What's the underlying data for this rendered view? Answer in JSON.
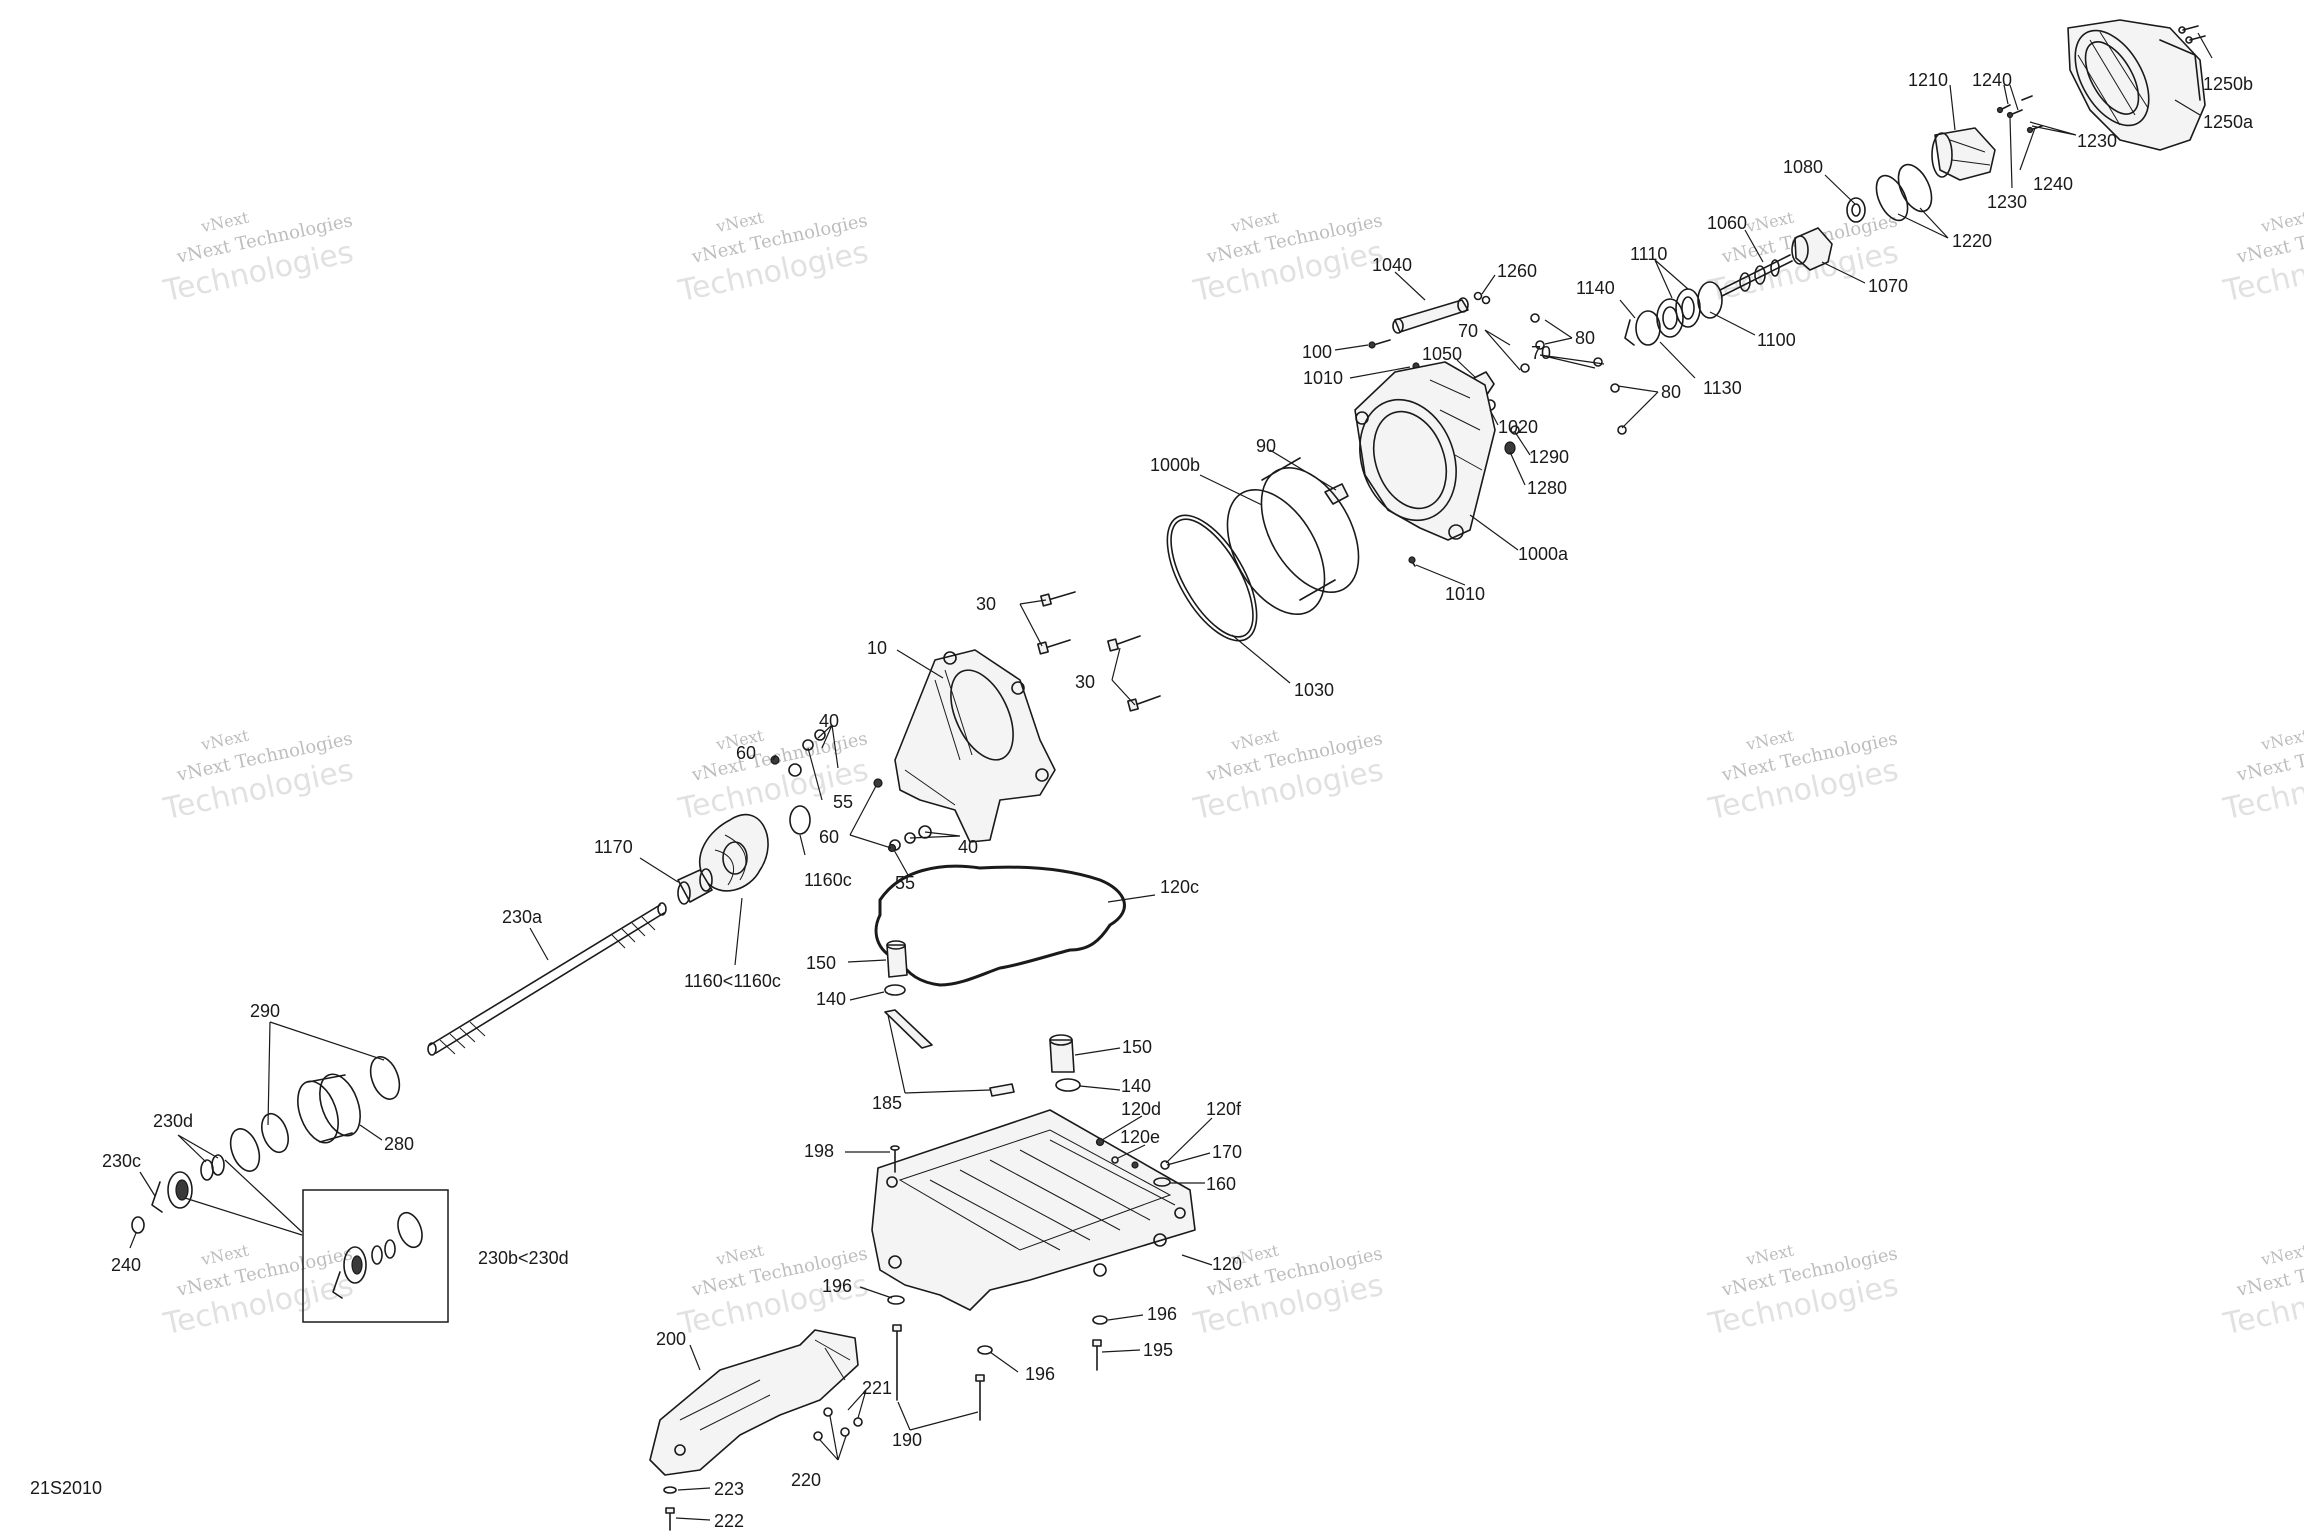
{
  "drawing_code": "21S2010",
  "watermark": {
    "line1": "vNext Technologies",
    "line2": "Technologies",
    "line3": "vNext"
  },
  "labels": [
    {
      "id": "l1250b",
      "text": "1250b"
    },
    {
      "id": "l1250a",
      "text": "1250a"
    },
    {
      "id": "l1240a",
      "text": "1240"
    },
    {
      "id": "l1210",
      "text": "1210"
    },
    {
      "id": "l1230a",
      "text": "1230"
    },
    {
      "id": "l1230b",
      "text": "1230"
    },
    {
      "id": "l1240b",
      "text": "1240"
    },
    {
      "id": "l1080",
      "text": "1080"
    },
    {
      "id": "l1220",
      "text": "1220"
    },
    {
      "id": "l1060",
      "text": "1060"
    },
    {
      "id": "l1070",
      "text": "1070"
    },
    {
      "id": "l1110",
      "text": "1110"
    },
    {
      "id": "l1100",
      "text": "1100"
    },
    {
      "id": "l1140",
      "text": "1140"
    },
    {
      "id": "l1130",
      "text": "1130"
    },
    {
      "id": "l1040",
      "text": "1040"
    },
    {
      "id": "l1260",
      "text": "1260"
    },
    {
      "id": "l70a",
      "text": "70"
    },
    {
      "id": "l80a",
      "text": "80"
    },
    {
      "id": "l100",
      "text": "100"
    },
    {
      "id": "l1050",
      "text": "1050"
    },
    {
      "id": "l1010a",
      "text": "1010"
    },
    {
      "id": "l70b",
      "text": "70"
    },
    {
      "id": "l80b",
      "text": "80"
    },
    {
      "id": "l1020",
      "text": "1020"
    },
    {
      "id": "l1290",
      "text": "1290"
    },
    {
      "id": "l1280",
      "text": "1280"
    },
    {
      "id": "l90",
      "text": "90"
    },
    {
      "id": "l1000b",
      "text": "1000b"
    },
    {
      "id": "l1000a",
      "text": "1000a"
    },
    {
      "id": "l1010b",
      "text": "1010"
    },
    {
      "id": "l30a",
      "text": "30"
    },
    {
      "id": "l30b",
      "text": "30"
    },
    {
      "id": "l1030",
      "text": "1030"
    },
    {
      "id": "l10",
      "text": "10"
    },
    {
      "id": "l40a",
      "text": "40"
    },
    {
      "id": "l60a",
      "text": "60"
    },
    {
      "id": "l55a",
      "text": "55"
    },
    {
      "id": "l60b",
      "text": "60"
    },
    {
      "id": "l40b",
      "text": "40"
    },
    {
      "id": "l1160c",
      "text": "1160c"
    },
    {
      "id": "l55b",
      "text": "55"
    },
    {
      "id": "l120c",
      "text": "120c"
    },
    {
      "id": "l1170",
      "text": "1170"
    },
    {
      "id": "l230a",
      "text": "230a"
    },
    {
      "id": "l1160",
      "text": "1160<1160c"
    },
    {
      "id": "l150a",
      "text": "150"
    },
    {
      "id": "l140a",
      "text": "140"
    },
    {
      "id": "l290",
      "text": "290"
    },
    {
      "id": "l150b",
      "text": "150"
    },
    {
      "id": "l185",
      "text": "185"
    },
    {
      "id": "l140b",
      "text": "140"
    },
    {
      "id": "l120d",
      "text": "120d"
    },
    {
      "id": "l120f",
      "text": "120f"
    },
    {
      "id": "l120e",
      "text": "120e"
    },
    {
      "id": "l230d",
      "text": "230d"
    },
    {
      "id": "l280",
      "text": "280"
    },
    {
      "id": "l198",
      "text": "198"
    },
    {
      "id": "l170",
      "text": "170"
    },
    {
      "id": "l230c",
      "text": "230c"
    },
    {
      "id": "l160",
      "text": "160"
    },
    {
      "id": "l120",
      "text": "120"
    },
    {
      "id": "l230b",
      "text": "230b<230d"
    },
    {
      "id": "l240",
      "text": "240"
    },
    {
      "id": "l196a",
      "text": "196"
    },
    {
      "id": "l196b",
      "text": "196"
    },
    {
      "id": "l200",
      "text": "200"
    },
    {
      "id": "l195",
      "text": "195"
    },
    {
      "id": "l196c",
      "text": "196"
    },
    {
      "id": "l221",
      "text": "221"
    },
    {
      "id": "l190",
      "text": "190"
    },
    {
      "id": "l220",
      "text": "220"
    },
    {
      "id": "l223",
      "text": "223"
    },
    {
      "id": "l222",
      "text": "222"
    }
  ]
}
